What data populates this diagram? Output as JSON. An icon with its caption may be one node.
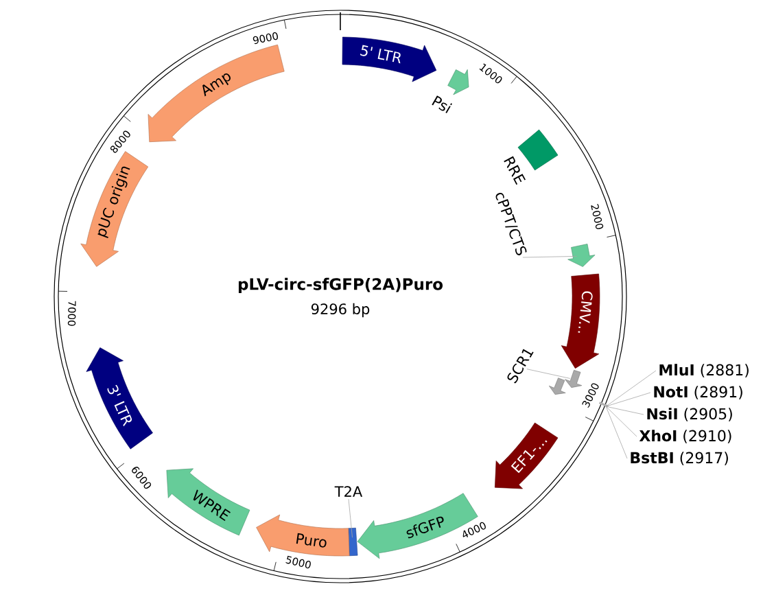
{
  "diagram": {
    "title": "pLV-circ-sfGFP(2A)Puro",
    "nodes": [
      {
        "text": [
          "5' LTR"
        ]
      },
      {
        "text": [
          "Psi"
        ]
      },
      {
        "text": [
          "RRE"
        ]
      },
      {
        "text": [
          "cPPT/CTS"
        ]
      },
      {
        "text": [],
        "shape": "arrow"
      },
      {
        "text": [
          "CMV..."
        ]
      },
      {
        "text": [
          "SCR1"
        ]
      },
      {
        "text": [],
        "shape": "arrow"
      },
      {
        "text": [],
        "shape": "arrow"
      },
      {
        "text": [
          "EF1-..."
        ]
      },
      {
        "text": [
          "sfGFP"
        ]
      },
      {
        "text": [
          "T2A"
        ]
      },
      {
        "text": [],
        "shape": "box"
      },
      {
        "text": [
          "Puro"
        ]
      },
      {
        "text": [
          "WPRE"
        ]
      },
      {
        "text": [
          "3' LTR"
        ]
      },
      {
        "text": [
          "pUC origin"
        ]
      },
      {
        "text": [
          "Amp"
        ]
      },
      {
        "text": [
          "**MluI** (2881)"
        ]
      },
      {
        "text": [
          "**NotI** (2891)"
        ]
      },
      {
        "text": [
          "**NsiI** (2905)"
        ]
      },
      {
        "text": [
          "**XhoI** (2910)"
        ]
      },
      {
        "text": [
          "**BstBI** (2917)"
        ]
      },
      {
        "text": [],
        "shape": "bar"
      }
    ],
    "edges": [
      {
        "from": 3,
        "to": 4,
        "arrow": "none"
      },
      {
        "from": 6,
        "to": 7,
        "arrow": "none"
      },
      {
        "from": 11,
        "to": 12,
        "arrow": "none"
      },
      {
        "from": 18,
        "to": 23,
        "arrow": "none"
      },
      {
        "from": 19,
        "to": 23,
        "arrow": "none"
      },
      {
        "from": 20,
        "to": 23,
        "arrow": "none"
      },
      {
        "from": 21,
        "to": 23,
        "arrow": "none"
      },
      {
        "from": 22,
        "to": 23,
        "arrow": "none"
      }
    ],
    "labels": [
      "9296 bp",
      "1000",
      "2000",
      "3000",
      "4000",
      "5000",
      "6000",
      "7000",
      "8000",
      "9000"
    ]
  }
}
